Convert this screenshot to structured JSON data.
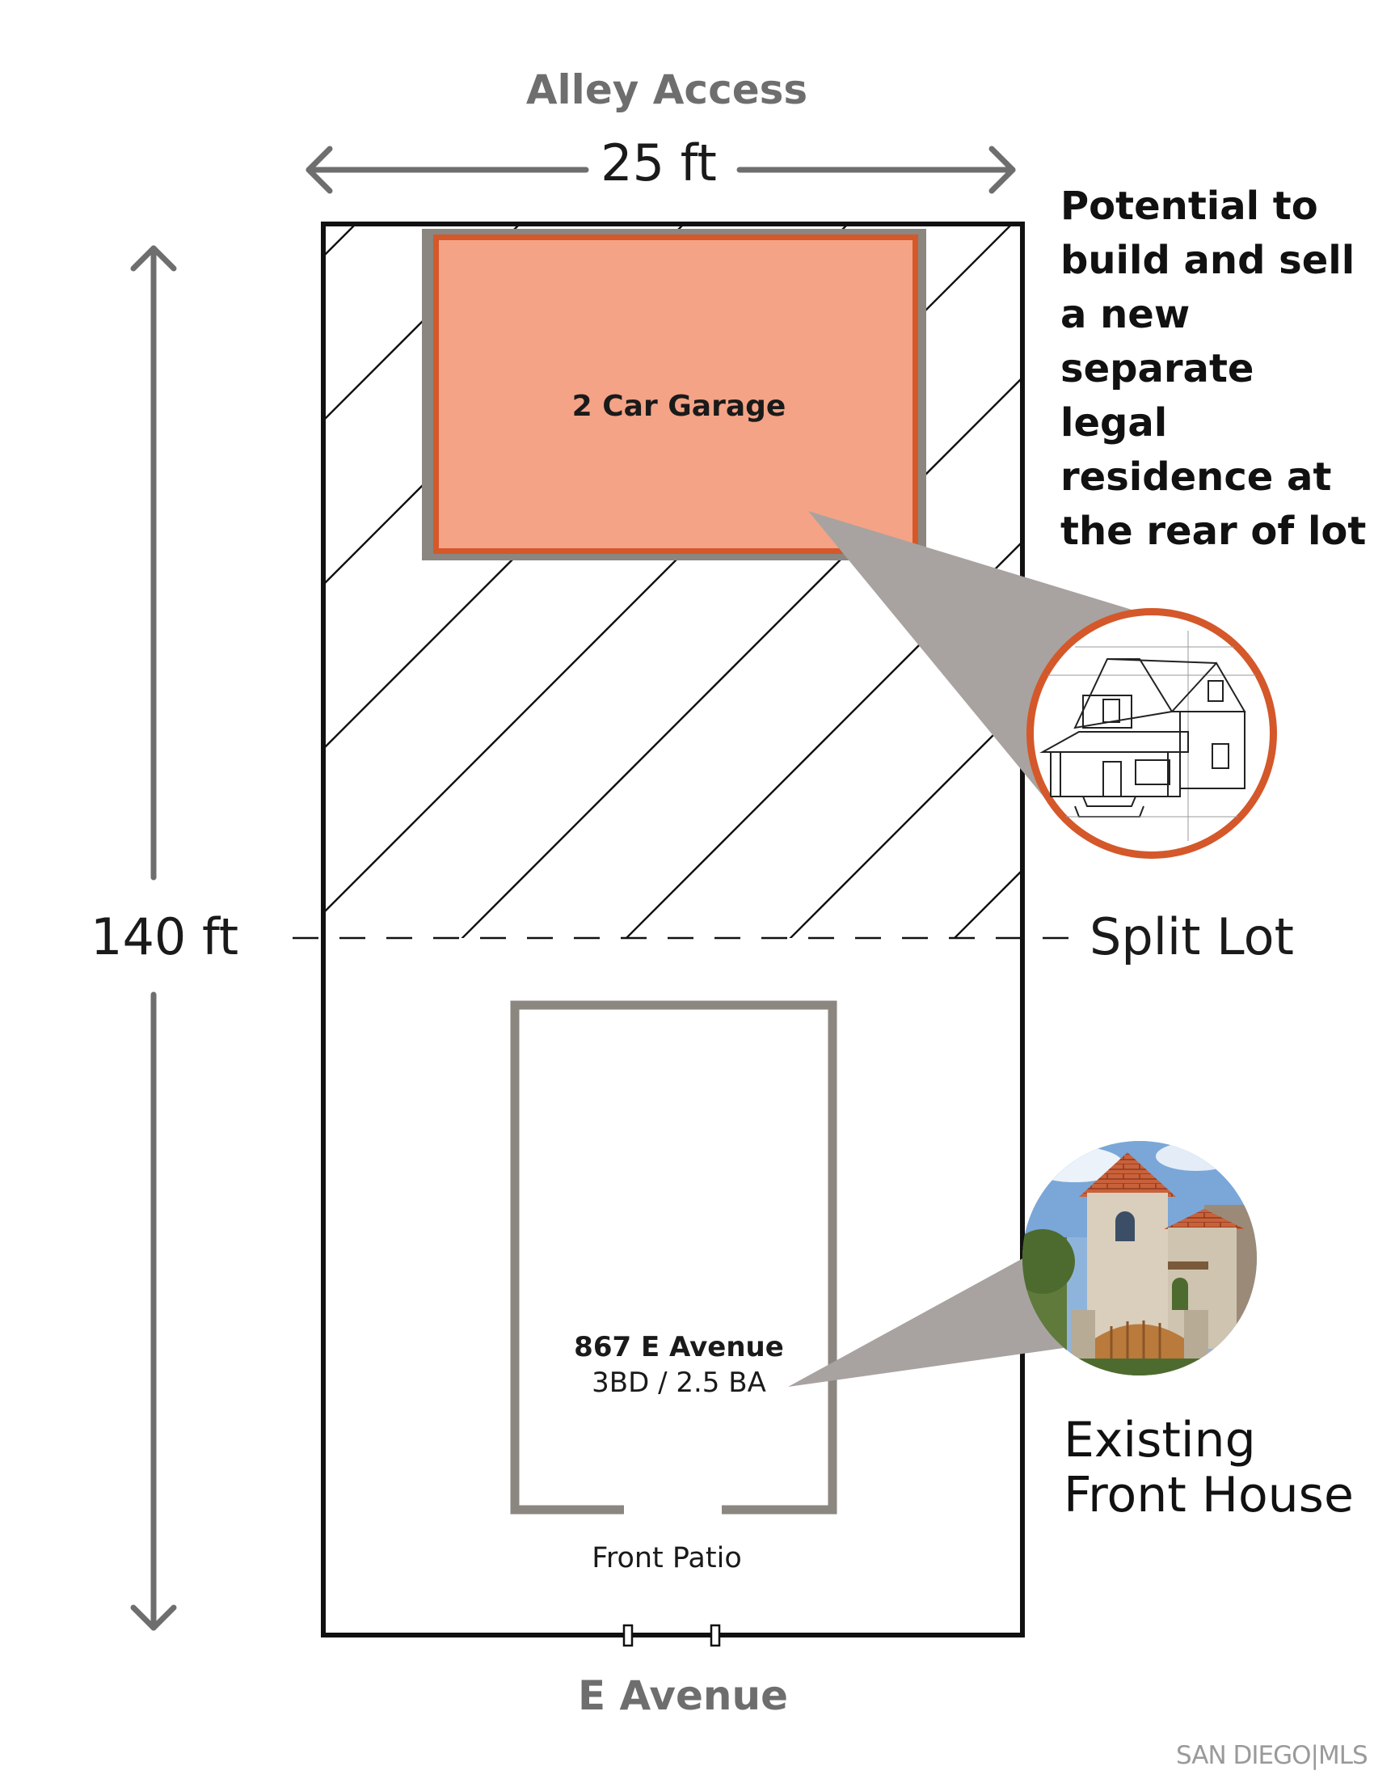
{
  "labels": {
    "top_street": "Alley Access",
    "bottom_street": "E Avenue",
    "lot_width": "25 ft",
    "lot_depth": "140 ft",
    "split_line": "Split Lot",
    "garage": "2 Car Garage",
    "house_address": "867 E Avenue",
    "house_details": "3BD / 2.5 BA",
    "patio": "Front Patio"
  },
  "callouts": {
    "rear_potential": "Potential to build and sell a new separate legal residence at the rear of lot",
    "existing_house": "Existing Front House"
  },
  "watermark": "SAN DIEGO|MLS",
  "colors": {
    "garage_fill": "#f4a386",
    "garage_border": "#d4582a",
    "house_wall": "#8b8680",
    "arrow": "#6e6e6e",
    "callout_wedge": "#a8a3a0",
    "circle_ring": "#d4582a",
    "lot_outline": "#111111"
  }
}
